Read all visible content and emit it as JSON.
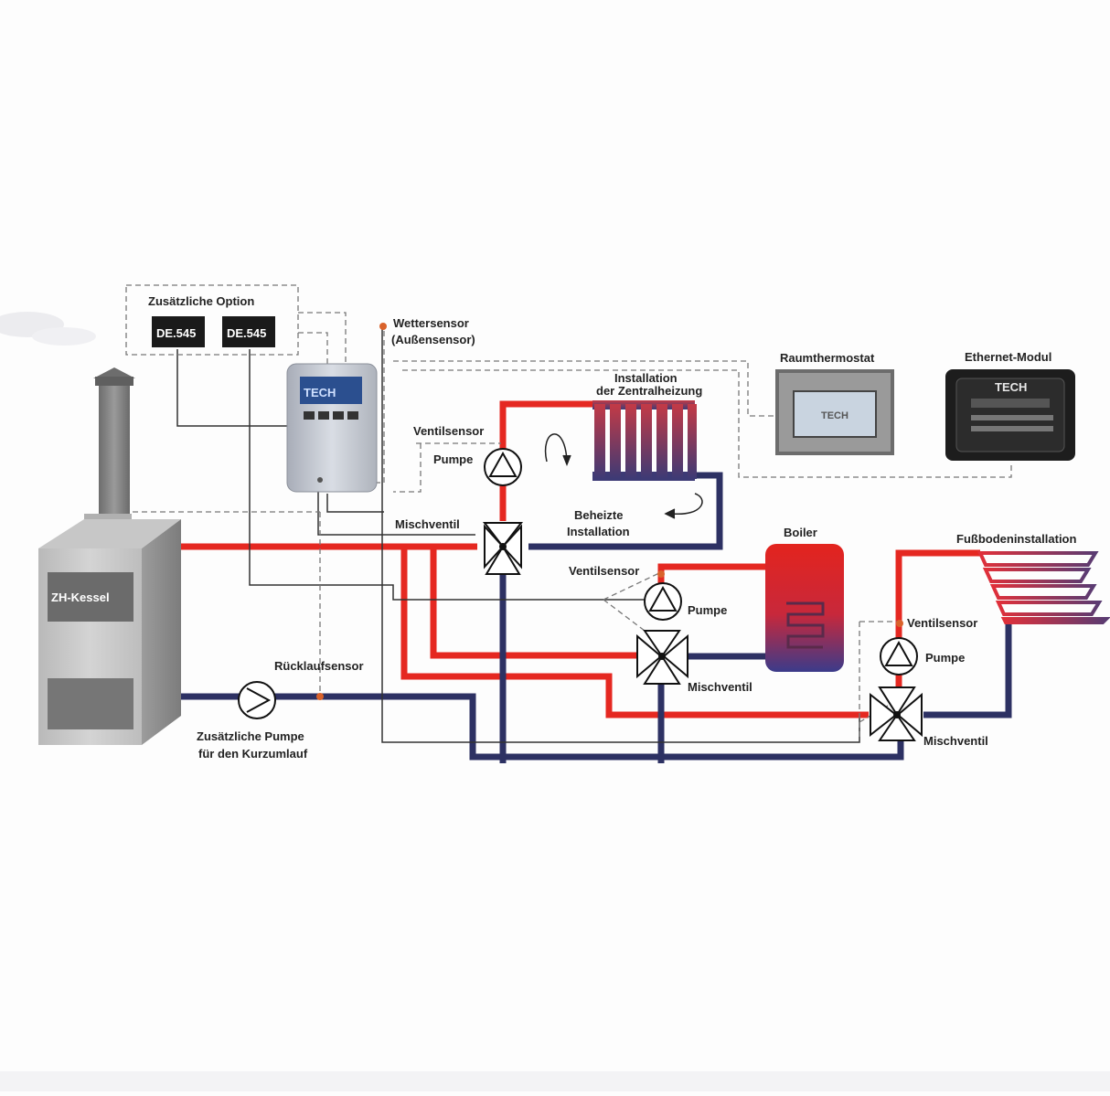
{
  "labels": {
    "optional_box": "Zusätzliche Option",
    "module_1": "DE.545",
    "module_2": "DE.545",
    "weather_sensor_1": "Wettersensor",
    "weather_sensor_2": "(Außensensor)",
    "room_thermostat": "Raumthermostat",
    "ethernet_module": "Ethernet-Modul",
    "ch_install_1": "Installation",
    "ch_install_2": "der Zentralheizung",
    "valve_sensor_1": "Ventilsensor",
    "pump_1": "Pumpe",
    "heated_install_1": "Beheizte",
    "heated_install_2": "Installation",
    "mixing_valve_1": "Mischventil",
    "boiler_label": "Boiler",
    "floor_install": "Fußbodeninstallation",
    "valve_sensor_2": "Ventilsensor",
    "pump_2": "Pumpe",
    "mixing_valve_2": "Mischventil",
    "valve_sensor_3": "Ventilsensor",
    "pump_3": "Pumpe",
    "mixing_valve_3": "Mischventil",
    "kessel": "ZH-Kessel",
    "return_sensor": "Rücklaufsensor",
    "extra_pump_1": "Zusätzliche Pumpe",
    "extra_pump_2": "für den Kurzumlauf",
    "controller_display": "TECH",
    "thermostat_display": "TECH",
    "ethernet_brand": "TECH"
  },
  "colors": {
    "supply": "#e52821",
    "return": "#2d3163",
    "signal": "#333333",
    "dashed": "#777777"
  }
}
